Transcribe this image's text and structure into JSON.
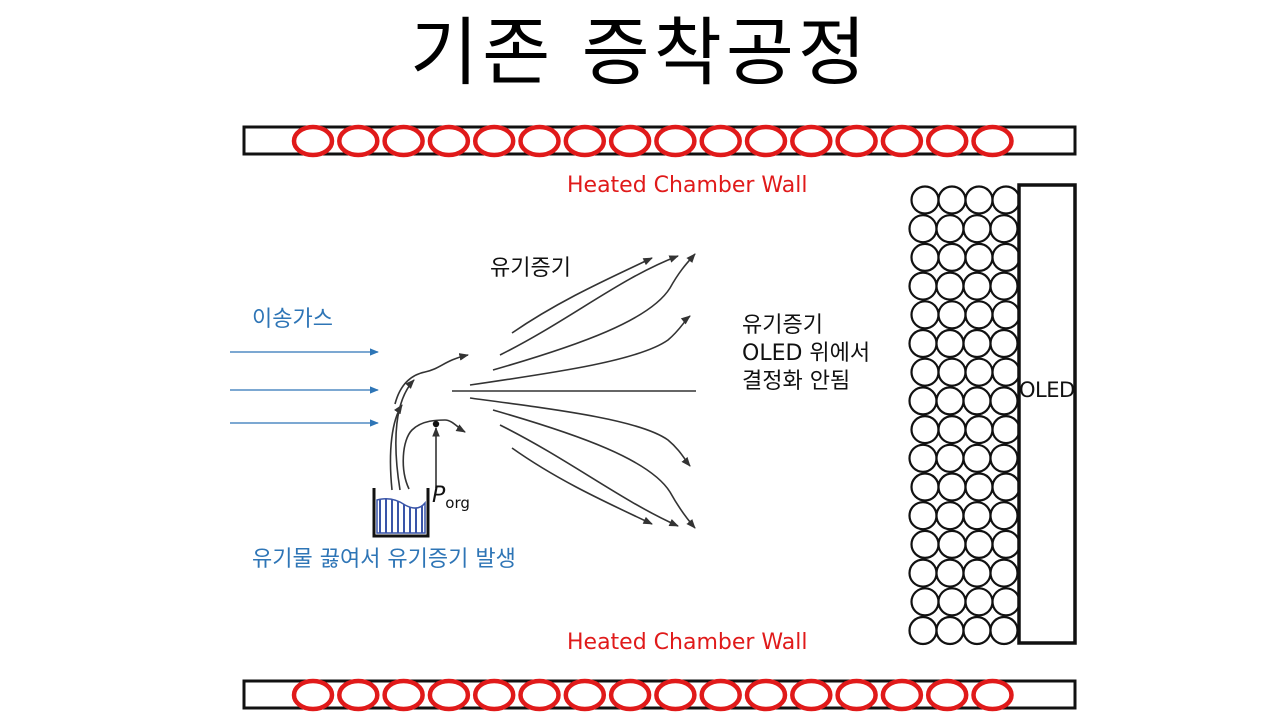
{
  "title": "기존 증착공정",
  "chamber": {
    "top_wall_label": "Heated Chamber Wall",
    "bottom_wall_label": "Heated Chamber Wall",
    "heater_color": "#e01a1a",
    "heater_count": 16
  },
  "labels": {
    "carrier_gas": "이송가스",
    "organic_vapor": "유기증기",
    "source": "유기물 끓여서 유기증기 발생",
    "pressure_symbol": "P",
    "pressure_subscript": "org",
    "result_line1": "유기증기",
    "result_line2": "OLED 위에서",
    "result_line3": "결정화 안됨",
    "substrate": "OLED"
  },
  "colors": {
    "wall_label": "#e01a1a",
    "gas": "#2e75b6",
    "source_fill": "#3a55a8"
  }
}
